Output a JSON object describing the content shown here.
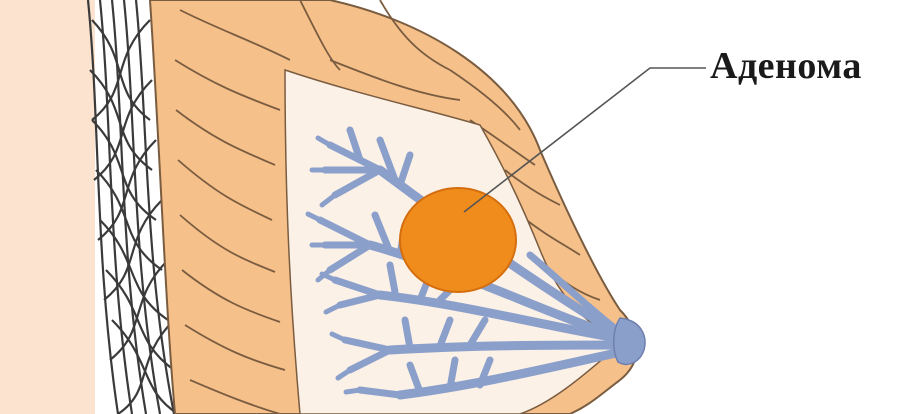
{
  "diagram": {
    "callout_label": "Аденома",
    "colors": {
      "skin": "#fbe3cf",
      "fat_lobule": "#f5c08a",
      "fat_outline": "#7a5c40",
      "breast_interior": "#fbf1e6",
      "ducts": "#8b9fcb",
      "adenoma": "#f08c1c",
      "adenoma_outline": "#d46e0e",
      "ribs_mesh": "#3a3a3a",
      "leader_line": "#555555"
    },
    "icons": [
      "chest-wall-mesh",
      "fat-lobules",
      "milk-duct-tree",
      "adenoma-nodule",
      "nipple"
    ]
  }
}
